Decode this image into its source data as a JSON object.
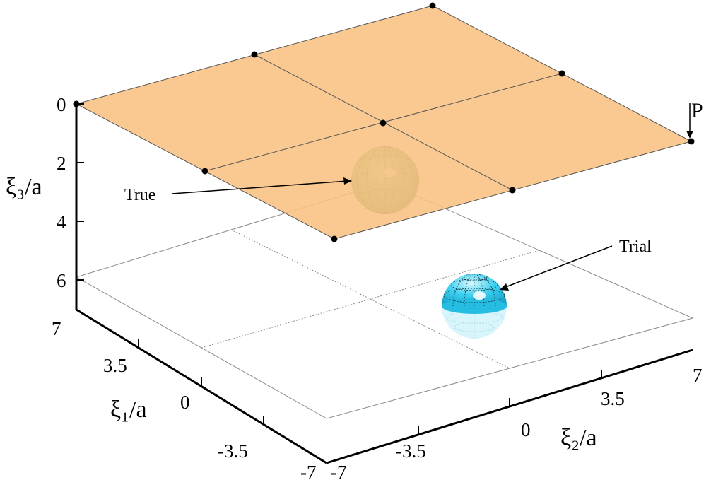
{
  "axes": {
    "z_label": "ξ₃/a",
    "x1_label": "ξ₁/a",
    "x2_label": "ξ₂/a",
    "z_ticks": [
      "0",
      "2",
      "4",
      "6"
    ],
    "x1_ticks": [
      "7",
      "3.5",
      "0",
      "-3.5",
      "-7"
    ],
    "x2_ticks": [
      "-7",
      "-3.5",
      "0",
      "3.5",
      "7"
    ]
  },
  "callouts": {
    "true_label": "True",
    "trial_label": "Trial",
    "point_label": "P"
  },
  "colors": {
    "plane_fill": "#f8c282",
    "true_sphere": "#7fbf7b",
    "trial_sphere": "#3fd6f2",
    "axis": "#000000",
    "grid": "#7a7a7a"
  }
}
